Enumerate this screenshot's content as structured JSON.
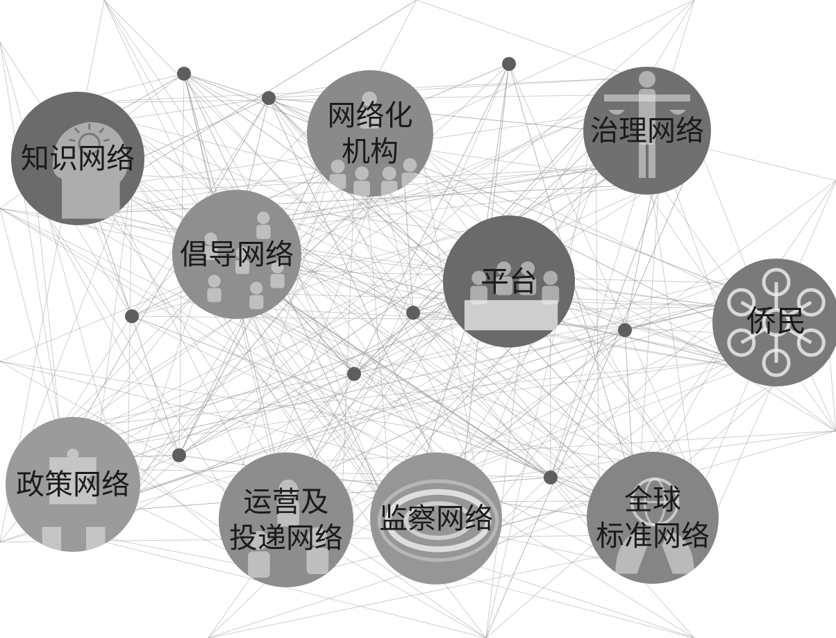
{
  "diagram": {
    "nodes": [
      {
        "id": "knowledge",
        "lines": [
          "知识网络"
        ],
        "icon": "head-lightbulb-icon",
        "color": "#6b6b6b"
      },
      {
        "id": "advocacy",
        "lines": [
          "倡导网络"
        ],
        "icon": "people-discussion-icon",
        "color": "#8f8f8f"
      },
      {
        "id": "networked-org",
        "lines": [
          "网络化",
          "机构"
        ],
        "icon": "org-people-icon",
        "color": "#8a8a8a"
      },
      {
        "id": "platform",
        "lines": [
          "平台"
        ],
        "icon": "meeting-table-icon",
        "color": "#6a6a6a"
      },
      {
        "id": "governance",
        "lines": [
          "治理网络"
        ],
        "icon": "person-scales-icon",
        "color": "#707070"
      },
      {
        "id": "diaspora",
        "lines": [
          "侨民"
        ],
        "icon": "drone-network-icon",
        "color": "#7a7a7a"
      },
      {
        "id": "policy",
        "lines": [
          "政策网络"
        ],
        "icon": "puzzle-pieces-icon",
        "color": "#9b9b9b"
      },
      {
        "id": "operation",
        "lines": [
          "运营及",
          "投递网络"
        ],
        "icon": "people-group-icon",
        "color": "#8d8d8d"
      },
      {
        "id": "oversight",
        "lines": [
          "监察网络"
        ],
        "icon": "eye-icon",
        "color": "#969696"
      },
      {
        "id": "global-standards",
        "lines": [
          "全球",
          "标准网络"
        ],
        "icon": "globe-hands-icon",
        "color": "#858585"
      }
    ],
    "hub_dot_color": "#5e5e5e",
    "edge_color": "#9c9c9c"
  }
}
